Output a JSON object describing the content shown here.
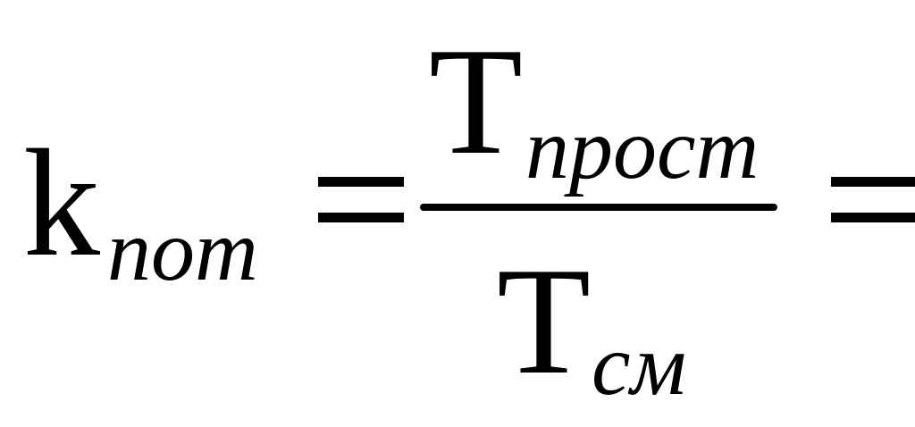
{
  "formula": {
    "lhs": {
      "base": "k",
      "subscript": "пот"
    },
    "numerator": {
      "base": "T",
      "subscript": "прост"
    },
    "denominator": {
      "base": "T",
      "subscript": "см"
    }
  }
}
